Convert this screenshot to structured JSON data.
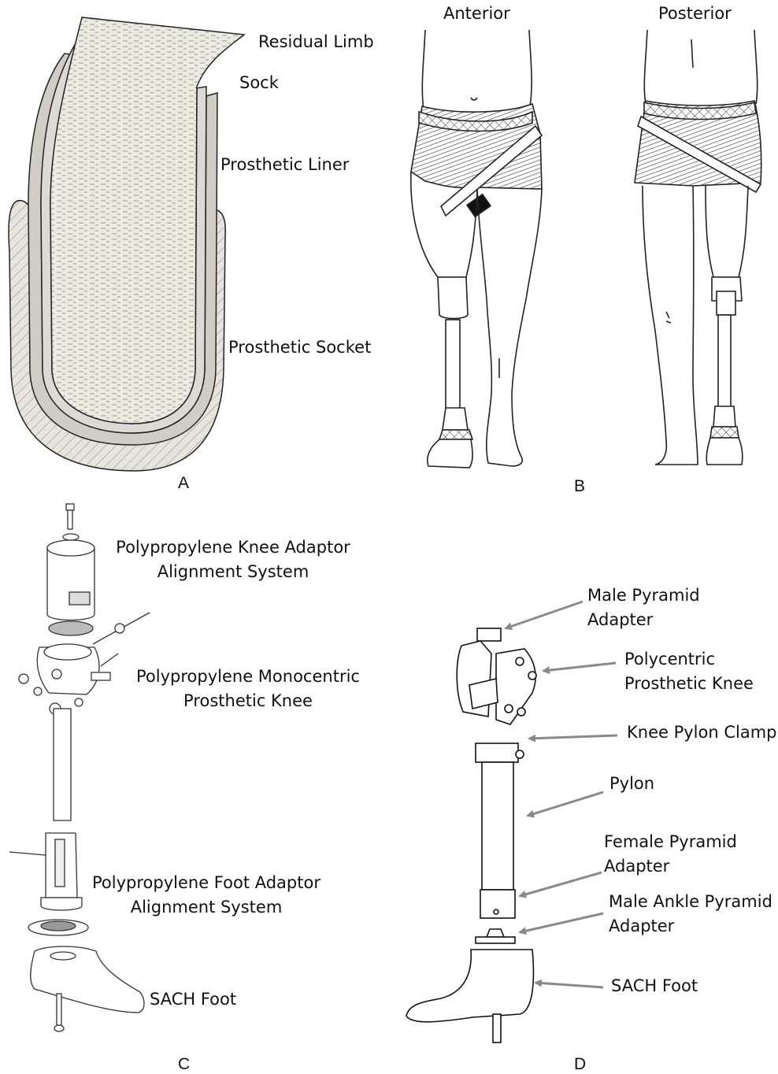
{
  "panels": {
    "a": {
      "letter": "A",
      "labels": {
        "residual_limb": "Residual Limb",
        "sock": "Sock",
        "liner": "Prosthetic Liner",
        "socket": "Prosthetic Socket"
      }
    },
    "b": {
      "letter": "B",
      "views": {
        "anterior": "Anterior",
        "posterior": "Posterior"
      }
    },
    "c": {
      "letter": "C",
      "labels": {
        "knee_adaptor_line1": "Polypropylene Knee Adaptor",
        "knee_adaptor_line2": "Alignment System",
        "mono_knee_line1": "Polypropylene Monocentric",
        "mono_knee_line2": "Prosthetic Knee",
        "foot_adaptor_line1": "Polypropylene Foot Adaptor",
        "foot_adaptor_line2": "Alignment System",
        "sach_foot": "SACH Foot"
      }
    },
    "d": {
      "letter": "D",
      "labels": {
        "male_pyramid_line1": "Male Pyramid",
        "male_pyramid_line2": "Adapter",
        "poly_knee_line1": "Polycentric",
        "poly_knee_line2": "Prosthetic Knee",
        "knee_pylon_clamp": "Knee Pylon Clamp",
        "pylon": "Pylon",
        "female_pyramid_line1": "Female Pyramid",
        "female_pyramid_line2": "Adapter",
        "ankle_pyramid_line1": "Male Ankle Pyramid",
        "ankle_pyramid_line2": "Adapter",
        "sach_foot": "SACH Foot"
      }
    }
  },
  "colors": {
    "arrow": "#8a8a8a",
    "socket_fill": "#e4e2da",
    "limb_fill": "#ecebe1",
    "line": "#222222"
  }
}
